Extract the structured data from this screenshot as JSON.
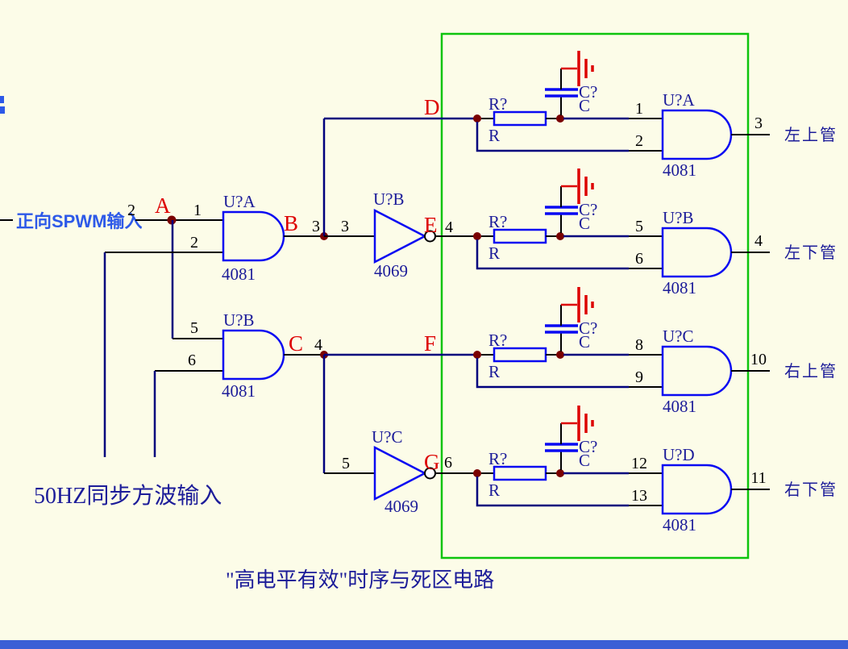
{
  "caption": "\"高电平有效\"时序与死区电路",
  "inputs": {
    "spwm": {
      "pin": "2",
      "label": "正向SPWM输入"
    },
    "sync": {
      "label": "50HZ同步方波输入"
    }
  },
  "nodes": {
    "a": "A",
    "b": "B",
    "c": "C"
  },
  "gates": {
    "and_left_top": {
      "ref": "U?A",
      "part": "4081",
      "pin_in1": "1",
      "pin_in2": "2",
      "pin_out": "3"
    },
    "and_left_bottom": {
      "ref": "U?B",
      "part": "4081",
      "pin_in1": "5",
      "pin_in2": "6",
      "pin_out": "4"
    },
    "inv_top": {
      "ref": "U?B",
      "part": "4069",
      "pin_in": "3",
      "pin_out": "4"
    },
    "inv_bottom": {
      "ref": "U?C",
      "part": "4069",
      "pin_in": "5",
      "pin_out": "6"
    }
  },
  "deadband_rows": [
    {
      "node": "D",
      "res_ref": "R?",
      "res_val": "R",
      "cap_ref": "C?",
      "cap_val": "C",
      "pin_in1": "1",
      "pin_in2": "2",
      "gate_ref": "U?A",
      "gate_part": "4081",
      "pin_out": "3",
      "output_label": "左上管"
    },
    {
      "node": "E",
      "res_ref": "R?",
      "res_val": "R",
      "cap_ref": "C?",
      "cap_val": "C",
      "pin_in1": "5",
      "pin_in2": "6",
      "gate_ref": "U?B",
      "gate_part": "4081",
      "pin_out": "4",
      "output_label": "左下管"
    },
    {
      "node": "F",
      "res_ref": "R?",
      "res_val": "R",
      "cap_ref": "C?",
      "cap_val": "C",
      "pin_in1": "8",
      "pin_in2": "9",
      "gate_ref": "U?C",
      "gate_part": "4081",
      "pin_out": "10",
      "output_label": "右上管"
    },
    {
      "node": "G",
      "res_ref": "R?",
      "res_val": "R",
      "cap_ref": "C?",
      "cap_val": "C",
      "pin_in1": "12",
      "pin_in2": "13",
      "gate_ref": "U?D",
      "gate_part": "4081",
      "pin_out": "11",
      "output_label": "右下管"
    }
  ],
  "colors": {
    "background": "#FCFCE8",
    "wire": "#00007D",
    "component": "#0A0AF2",
    "label": "#1C1C99",
    "node_label": "#DD0000",
    "junction": "#7A0101",
    "ground": "#DD0000",
    "green_box": "#0DC40D",
    "spwm_label": "#2D59E8",
    "bottom_bar": "#3A5FD6"
  }
}
